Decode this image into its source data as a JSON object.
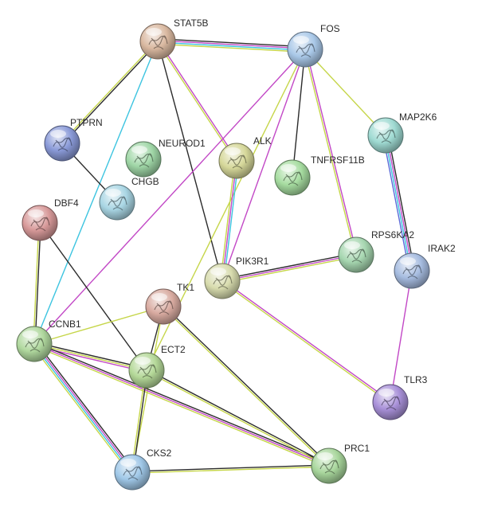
{
  "network": {
    "nodes": [
      {
        "id": "STAT5B",
        "label": "STAT5B",
        "color": "#d9b8a0",
        "icon": "protein-structure-icon"
      },
      {
        "id": "FOS",
        "label": "FOS",
        "color": "#a9c8e8",
        "icon": "protein-structure-icon"
      },
      {
        "id": "PTPRN",
        "label": "PTPRN",
        "color": "#8a9ad8",
        "icon": "protein-structure-icon"
      },
      {
        "id": "NEUROD1",
        "label": "NEUROD1",
        "color": "#9fd6a6",
        "icon": "protein-structure-icon"
      },
      {
        "id": "CHGB",
        "label": "CHGB",
        "color": "#a9d6e4",
        "icon": "protein-structure-icon"
      },
      {
        "id": "ALK",
        "label": "ALK",
        "color": "#d6d89a",
        "icon": "protein-structure-icon"
      },
      {
        "id": "TNFRSF11B",
        "label": "TNFRSF11B",
        "color": "#a6dca0",
        "icon": "protein-structure-icon"
      },
      {
        "id": "MAP2K6",
        "label": "MAP2K6",
        "color": "#9fdad2",
        "icon": "protein-structure-icon"
      },
      {
        "id": "DBF4",
        "label": "DBF4",
        "color": "#d89a9a",
        "icon": "protein-structure-icon"
      },
      {
        "id": "RPS6KA2",
        "label": "RPS6KA2",
        "color": "#a6d6b0",
        "icon": "protein-structure-icon"
      },
      {
        "id": "IRAK2",
        "label": "IRAK2",
        "color": "#a6bce0",
        "icon": "protein-structure-icon"
      },
      {
        "id": "PIK3R1",
        "label": "PIK3R1",
        "color": "#d8dcae",
        "icon": "protein-structure-icon"
      },
      {
        "id": "TK1",
        "label": "TK1",
        "color": "#d8aaa0",
        "icon": "protein-structure-icon"
      },
      {
        "id": "CCNB1",
        "label": "CCNB1",
        "color": "#b0d89e",
        "icon": "protein-structure-icon"
      },
      {
        "id": "ECT2",
        "label": "ECT2",
        "color": "#b4d898",
        "icon": "protein-structure-icon"
      },
      {
        "id": "TLR3",
        "label": "TLR3",
        "color": "#a890d8",
        "icon": "protein-structure-icon"
      },
      {
        "id": "CKS2",
        "label": "CKS2",
        "color": "#a0c8e8",
        "icon": "protein-structure-icon"
      },
      {
        "id": "PRC1",
        "label": "PRC1",
        "color": "#a8d69c",
        "icon": "protein-structure-icon"
      }
    ],
    "edge_colors": {
      "black": "#2b2b2b",
      "yellow": "#c6d64a",
      "magenta": "#c248c6",
      "cyan": "#3cc4e0",
      "blue": "#5a6ad8"
    },
    "edges": [
      {
        "source": "STAT5B",
        "target": "FOS",
        "types": [
          "black",
          "magenta",
          "cyan",
          "yellow"
        ]
      },
      {
        "source": "STAT5B",
        "target": "PTPRN",
        "types": [
          "black",
          "yellow"
        ]
      },
      {
        "source": "STAT5B",
        "target": "CCNB1",
        "types": [
          "cyan"
        ]
      },
      {
        "source": "STAT5B",
        "target": "PIK3R1",
        "types": [
          "black"
        ]
      },
      {
        "source": "STAT5B",
        "target": "ALK",
        "types": [
          "magenta",
          "yellow"
        ]
      },
      {
        "source": "PTPRN",
        "target": "CHGB",
        "types": [
          "black"
        ]
      },
      {
        "source": "FOS",
        "target": "TNFRSF11B",
        "types": [
          "black"
        ]
      },
      {
        "source": "FOS",
        "target": "MAP2K6",
        "types": [
          "yellow"
        ]
      },
      {
        "source": "FOS",
        "target": "RPS6KA2",
        "types": [
          "magenta",
          "yellow"
        ]
      },
      {
        "source": "FOS",
        "target": "PIK3R1",
        "types": [
          "magenta"
        ]
      },
      {
        "source": "FOS",
        "target": "CCNB1",
        "types": [
          "magenta"
        ]
      },
      {
        "source": "FOS",
        "target": "ECT2",
        "types": [
          "yellow"
        ]
      },
      {
        "source": "ALK",
        "target": "PIK3R1",
        "types": [
          "cyan",
          "magenta",
          "yellow"
        ]
      },
      {
        "source": "MAP2K6",
        "target": "IRAK2",
        "types": [
          "black",
          "magenta",
          "cyan",
          "blue"
        ]
      },
      {
        "source": "IRAK2",
        "target": "TLR3",
        "types": [
          "magenta"
        ]
      },
      {
        "source": "PIK3R1",
        "target": "RPS6KA2",
        "types": [
          "black",
          "magenta",
          "yellow"
        ]
      },
      {
        "source": "PIK3R1",
        "target": "TLR3",
        "types": [
          "magenta",
          "yellow"
        ]
      },
      {
        "source": "DBF4",
        "target": "CCNB1",
        "types": [
          "black",
          "yellow"
        ]
      },
      {
        "source": "DBF4",
        "target": "ECT2",
        "types": [
          "black"
        ]
      },
      {
        "source": "TK1",
        "target": "CCNB1",
        "types": [
          "yellow"
        ]
      },
      {
        "source": "TK1",
        "target": "ECT2",
        "types": [
          "black"
        ]
      },
      {
        "source": "TK1",
        "target": "CKS2",
        "types": [
          "yellow"
        ]
      },
      {
        "source": "TK1",
        "target": "PRC1",
        "types": [
          "black",
          "yellow"
        ]
      },
      {
        "source": "CCNB1",
        "target": "ECT2",
        "types": [
          "black",
          "yellow",
          "magenta"
        ]
      },
      {
        "source": "CCNB1",
        "target": "CKS2",
        "types": [
          "black",
          "magenta",
          "cyan",
          "yellow"
        ]
      },
      {
        "source": "CCNB1",
        "target": "PRC1",
        "types": [
          "black",
          "magenta",
          "yellow"
        ]
      },
      {
        "source": "ECT2",
        "target": "CKS2",
        "types": [
          "black",
          "yellow"
        ]
      },
      {
        "source": "ECT2",
        "target": "PRC1",
        "types": [
          "black",
          "yellow"
        ]
      },
      {
        "source": "CKS2",
        "target": "PRC1",
        "types": [
          "black",
          "yellow"
        ]
      }
    ]
  }
}
